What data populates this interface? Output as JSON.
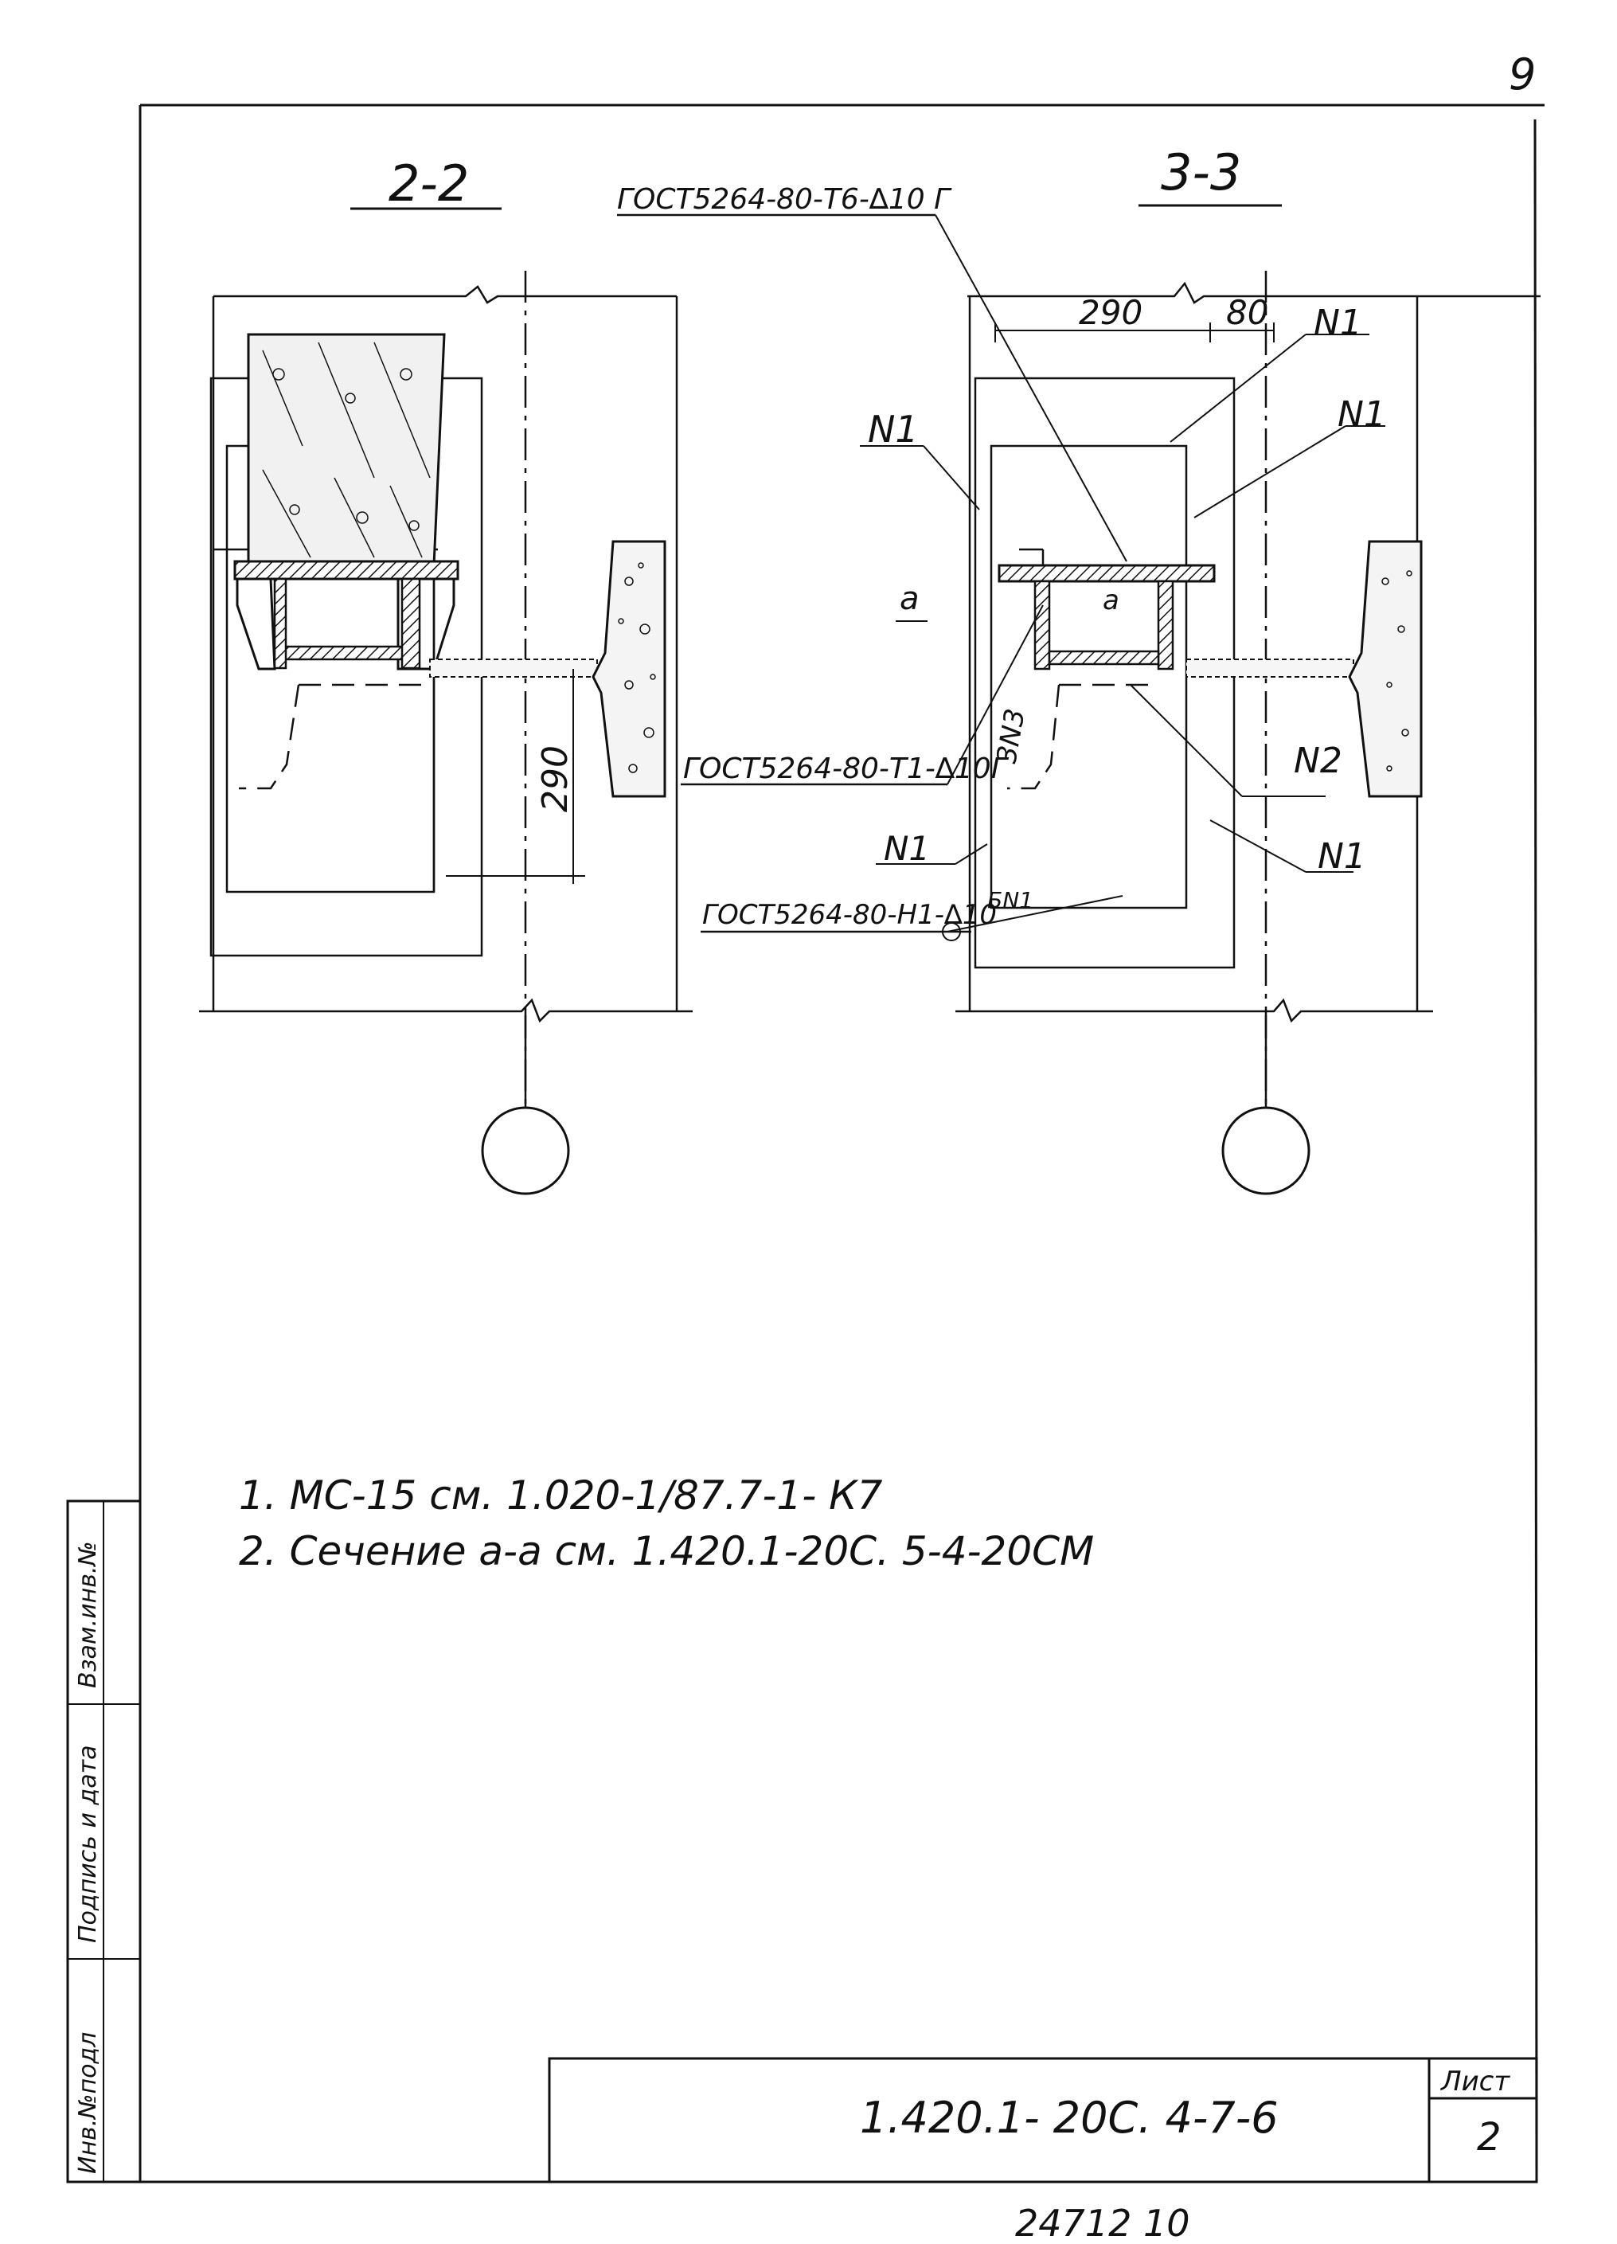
{
  "page_number": "9",
  "sections": {
    "left_title": "2-2",
    "right_title": "3-3"
  },
  "dimensions": {
    "left_vertical": "290",
    "right_width_290": "290",
    "right_width_80": "80"
  },
  "welds": {
    "top": "ГОСТ5264-80-Т6-∆10 Г",
    "middle": "ГОСТ5264-80-Т1-∆10Г",
    "bottom": "ГОСТ5264-80-Н1-∆10"
  },
  "labels": {
    "n1_a": "N1",
    "n1_b": "N1",
    "n1_c": "N1",
    "n1_d": "N1",
    "n1_e": "N1",
    "n2": "N2",
    "bn1": "БN1",
    "a_left": "а",
    "a_right": "а",
    "weld_3n3": "3N3"
  },
  "notes": [
    "1. МС-15  см. 1.020-1/87.7-1- К7",
    "2. Сечение  а-а   см. 1.420.1-20С. 5-4-20СМ"
  ],
  "side_stamp": {
    "field1": "Инв.№подл",
    "field2": "Подпись и дата",
    "field3": "Взам.инв.№"
  },
  "title_block": {
    "code": "1.420.1- 20С. 4-7-6",
    "sheet_label": "Лист",
    "sheet_number": "2"
  },
  "footer_number": "24712  10"
}
